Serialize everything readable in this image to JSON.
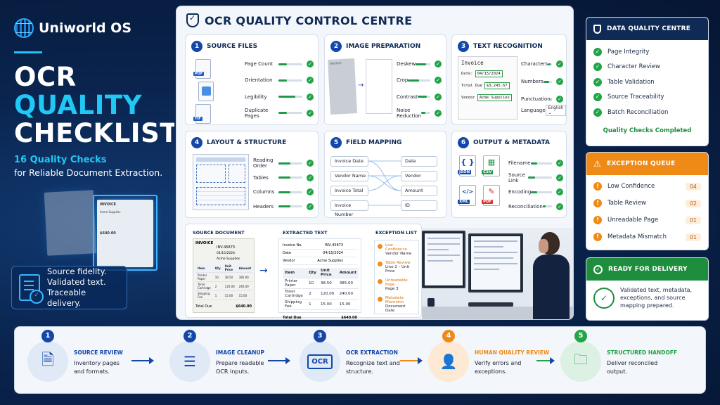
{
  "brand": {
    "name": "Uniworld OS"
  },
  "hero": {
    "line1": "OCR",
    "line2": "QUALITY",
    "line3": "CHECKLIST",
    "line3_dot": ".",
    "subtitle_count": "16 Quality Checks",
    "subtitle_rest": "for Reliable Document Extraction.",
    "badge_lines": [
      "Source fidelity.",
      "Validated text.",
      "Traceable delivery."
    ],
    "scan_invoice_title": "INVOICE",
    "scan_vendor": "Acme Supplies",
    "scan_total": "$640.00"
  },
  "main": {
    "title": "OCR QUALITY CONTROL CENTRE",
    "panels": [
      {
        "number": "1",
        "title": "SOURCE FILES",
        "checks": [
          {
            "label": "Page Count",
            "fill": 0.35
          },
          {
            "label": "Orientation",
            "fill": 0.35
          },
          {
            "label": "Legibility",
            "fill": 0.7
          },
          {
            "label": "Duplicate Pages",
            "fill": 0.35
          }
        ],
        "file_types": [
          "PDF",
          "",
          "TIF"
        ]
      },
      {
        "number": "2",
        "title": "IMAGE PREPARATION",
        "checks": [
          {
            "label": "Deskew",
            "fill": 0.7
          },
          {
            "label": "Crop",
            "fill": 0.5
          },
          {
            "label": "Contrast",
            "fill": 0.7
          },
          {
            "label": "Noise Reduction",
            "fill": 0.5
          }
        ],
        "doc_label": "INVOICE"
      },
      {
        "number": "3",
        "title": "TEXT RECOGNITION",
        "checks": [
          {
            "label": "Characters",
            "fill": 0.7
          },
          {
            "label": "Numbers",
            "fill": 0.7
          },
          {
            "label": "Punctuation",
            "fill": 0.7
          }
        ],
        "language_label": "Language",
        "language_value": "English",
        "invoice": {
          "title": "Invoice",
          "date_label": "Date:",
          "date": "04/15/2024",
          "total_label": "Total Due",
          "total": "$3,245.67",
          "vendor_label": "Vendor",
          "vendor": "Acme Supplies"
        }
      },
      {
        "number": "4",
        "title": "LAYOUT & STRUCTURE",
        "checks": [
          {
            "label": "Reading Order",
            "fill": 0.5
          },
          {
            "label": "Tables",
            "fill": 0.5
          },
          {
            "label": "Columns",
            "fill": 0.5
          },
          {
            "label": "Headers",
            "fill": 0.5
          }
        ]
      },
      {
        "number": "5",
        "title": "FIELD MAPPING",
        "sources": [
          "Invoice Date",
          "Vendor Name",
          "Invoice Total",
          "Invoice Number"
        ],
        "targets": [
          "Date",
          "Vendor",
          "Amount",
          "ID"
        ]
      },
      {
        "number": "6",
        "title": "OUTPUT & METADATA",
        "checks": [
          {
            "label": "Filename",
            "fill": 0.3
          },
          {
            "label": "Source Link",
            "fill": 0.3
          },
          {
            "label": "Encoding",
            "fill": 0.3
          },
          {
            "label": "Reconciliation",
            "fill": 0.3
          }
        ],
        "formats": [
          "JSON",
          "CSV",
          "XML",
          "PDF"
        ]
      }
    ],
    "source_doc": {
      "section": "SOURCE DOCUMENT",
      "title": "INVOICE",
      "number": "INV-45873",
      "date": "04/15/2024",
      "vendor": "Acme Supplies",
      "headers": [
        "Item",
        "Qty",
        "Unit Price",
        "Amount"
      ],
      "rows": [
        [
          "Printer Paper",
          "10",
          "38.50",
          "385.00"
        ],
        [
          "Toner Cartridge",
          "2",
          "120.00",
          "240.00"
        ],
        [
          "Shipping Fee",
          "1",
          "15.00",
          "15.00"
        ]
      ],
      "total_label": "Total Due",
      "total": "$640.00"
    },
    "extracted": {
      "section": "EXTRACTED TEXT",
      "fields": [
        [
          "Invoice No.",
          "INV-45873"
        ],
        [
          "Date",
          "04/15/2024"
        ],
        [
          "Vendor",
          "Acme Supplies"
        ]
      ],
      "headers": [
        "Item",
        "Qty",
        "Unit Price",
        "Amount"
      ],
      "rows": [
        [
          "Printer Paper",
          "10",
          "38.50",
          "385.00"
        ],
        [
          "Toner Cartridge",
          "2",
          "120.00",
          "240.00"
        ],
        [
          "Shipping Fee",
          "1",
          "15.00",
          "15.00"
        ]
      ],
      "total_label": "Total Due",
      "total": "$640.00"
    },
    "exception_list": {
      "section": "EXCEPTION LIST",
      "items": [
        {
          "title": "Low Confidence",
          "detail": "Vendor Name"
        },
        {
          "title": "Table Review",
          "detail": "Line 2 – Unit Price"
        },
        {
          "title": "Unreadable Page",
          "detail": "Page 3"
        },
        {
          "title": "Metadata Mismatch",
          "detail": "Document Date"
        }
      ]
    }
  },
  "sidebar": {
    "dqc": {
      "title": "DATA QUALITY CENTRE",
      "items": [
        "Page Integrity",
        "Character Review",
        "Table Validation",
        "Source Traceability",
        "Batch Reconciliation"
      ],
      "footer": "Quality Checks Completed"
    },
    "exceptions": {
      "title": "EXCEPTION QUEUE",
      "items": [
        {
          "label": "Low Confidence",
          "count": "04"
        },
        {
          "label": "Table Review",
          "count": "02"
        },
        {
          "label": "Unreadable Page",
          "count": "01"
        },
        {
          "label": "Metadata Mismatch",
          "count": "01"
        }
      ]
    },
    "delivery": {
      "title": "READY FOR DELIVERY",
      "text": "Validated text, metadata, exceptions, and source mapping prepared."
    }
  },
  "steps": [
    {
      "number": "1",
      "title": "SOURCE REVIEW",
      "desc": "Inventory pages and formats.",
      "color": "#1347a8"
    },
    {
      "number": "2",
      "title": "IMAGE CLEANUP",
      "desc": "Prepare readable OCR inputs.",
      "color": "#1347a8"
    },
    {
      "number": "3",
      "title": "OCR EXTRACTION",
      "desc": "Recognize text and structure.",
      "color": "#1347a8",
      "icon_text": "OCR"
    },
    {
      "number": "4",
      "title": "HUMAN QUALITY REVIEW",
      "desc": "Verify errors and exceptions.",
      "color": "#ef8a17"
    },
    {
      "number": "5",
      "title": "STRUCTURED HANDOFF",
      "desc": "Deliver reconciled output.",
      "color": "#22a447"
    }
  ],
  "colors": {
    "accent": "#1fc8f5",
    "navy": "#1347a8",
    "success": "#22a447",
    "warning": "#ef8a17"
  }
}
